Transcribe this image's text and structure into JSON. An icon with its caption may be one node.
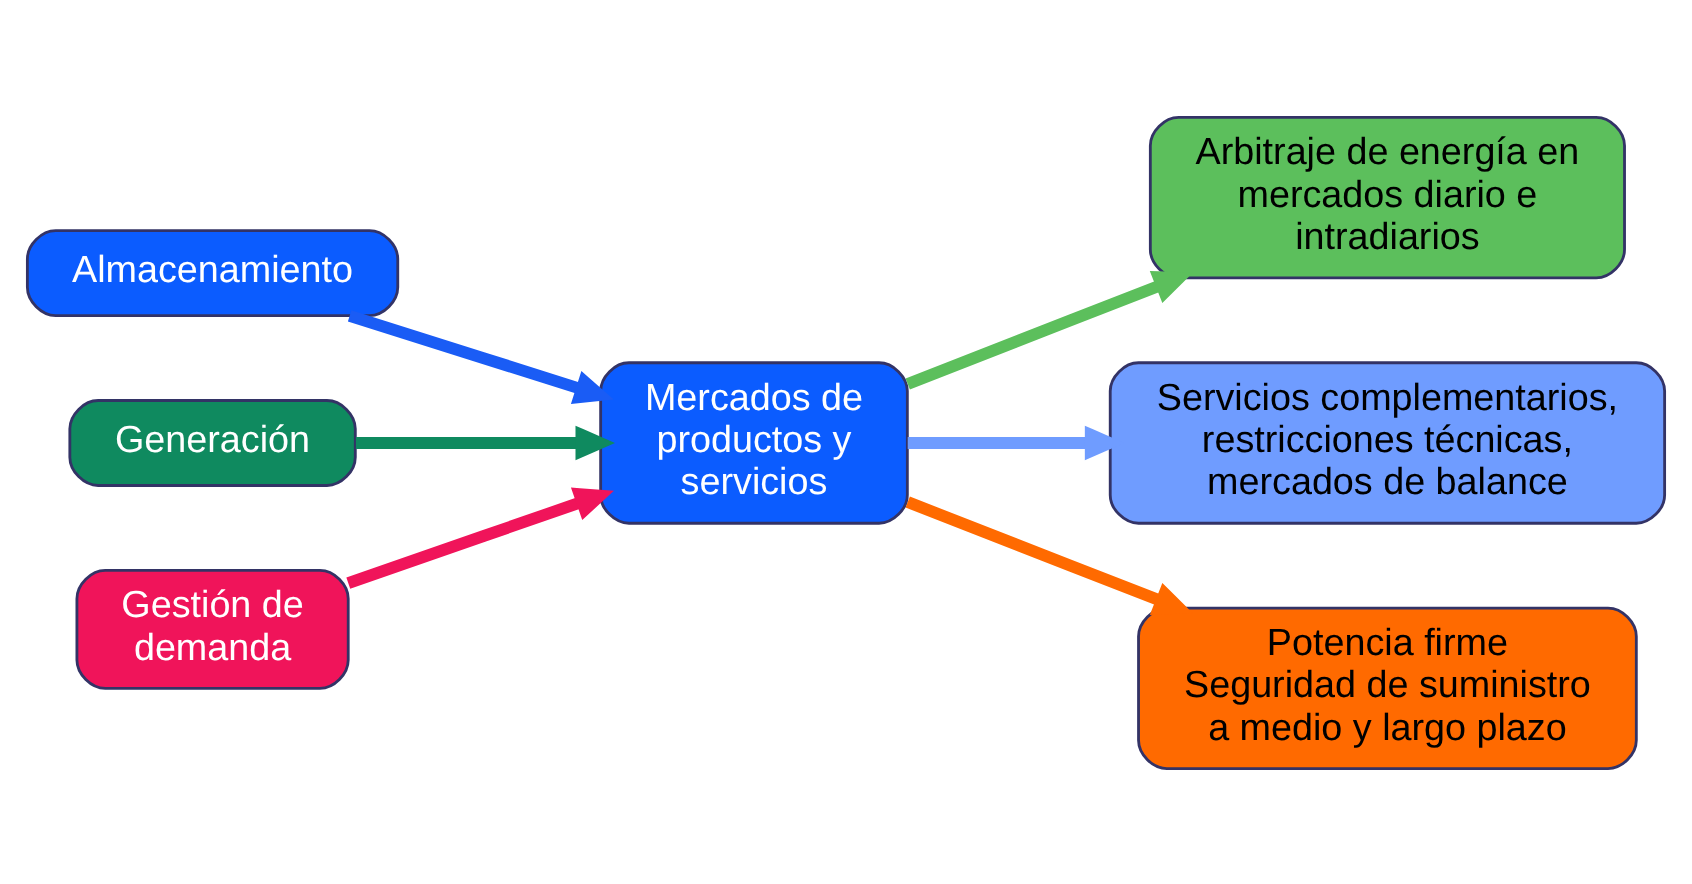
{
  "diagram": {
    "nodes": [
      {
        "text": [
          "Almacenamiento"
        ]
      },
      {
        "text": [
          "Generación"
        ]
      },
      {
        "text": [
          "Gestión de demanda"
        ]
      },
      {
        "text": [
          "Mercados de productos y servicios"
        ]
      },
      {
        "text": [
          "Arbitraje de energía en mercados diario e intradiarios"
        ]
      },
      {
        "text": [
          "Servicios complementarios, restricciones técnicas, mercados de balance"
        ]
      },
      {
        "text": [
          "Potencia firme",
          "Seguridad de suministro a medio y largo plazo"
        ]
      }
    ],
    "edges": [
      {
        "from": 0,
        "to": 3,
        "arrow": "to",
        "color": "#1a5cf5"
      },
      {
        "from": 1,
        "to": 3,
        "arrow": "to",
        "color": "#0f8a5f"
      },
      {
        "from": 2,
        "to": 3,
        "arrow": "to",
        "color": "#f0145a"
      },
      {
        "from": 3,
        "to": 4,
        "arrow": "to",
        "color": "#5cbf5c"
      },
      {
        "from": 3,
        "to": 5,
        "arrow": "to",
        "color": "#6f9cff"
      },
      {
        "from": 3,
        "to": 6,
        "arrow": "to",
        "color": "#ff6a00"
      }
    ]
  }
}
